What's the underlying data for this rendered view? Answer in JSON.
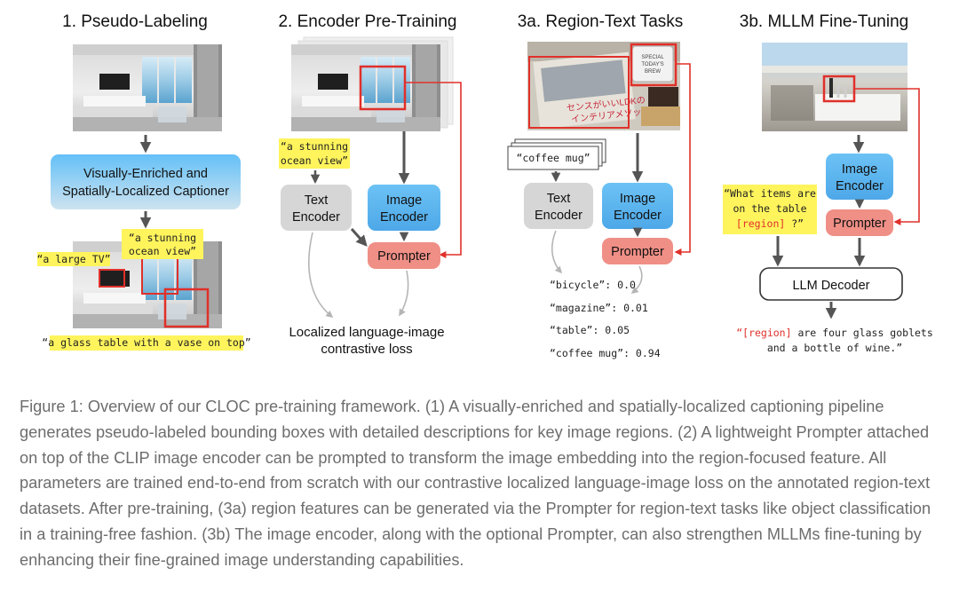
{
  "panels": {
    "p1_title": "1. Pseudo-Labeling",
    "p2_title": "2. Encoder Pre-Training",
    "p3a_title": "3a. Region-Text Tasks",
    "p3b_title": "3b. MLLM Fine-Tuning"
  },
  "p1": {
    "captioner_line1": "Visually-Enriched and",
    "captioner_line2": "Spatially-Localized Captioner",
    "label_ocean_1": "“a stunning",
    "label_ocean_2": "ocean view”",
    "label_tv": "“a large TV”",
    "label_table": "“a glass table with a vase on top”"
  },
  "p2": {
    "caption_1": "“a stunning",
    "caption_2": "ocean view”",
    "text_encoder_1": "Text",
    "text_encoder_2": "Encoder",
    "image_encoder_1": "Image",
    "image_encoder_2": "Encoder",
    "prompter": "Prompter",
    "loss_1": "Localized language-image",
    "loss_2": "contrastive loss"
  },
  "p3a": {
    "image_text_1": "センスがいいLDKの",
    "image_text_2": "インテリアメソッド",
    "mug_text_1": "SPECIAL",
    "mug_text_2": "TODAY'S",
    "mug_text_3": "BREW",
    "query": "“coffee mug”",
    "text_encoder_1": "Text",
    "text_encoder_2": "Encoder",
    "image_encoder_1": "Image",
    "image_encoder_2": "Encoder",
    "prompter": "Prompter",
    "scores": [
      {
        "label": "“bicycle”: 0.0"
      },
      {
        "label": "“magazine”: 0.01"
      },
      {
        "label": "“table”: 0.05"
      },
      {
        "label": "“coffee mug”: 0.94"
      }
    ]
  },
  "p3b": {
    "image_encoder_1": "Image",
    "image_encoder_2": "Encoder",
    "prompter": "Prompter",
    "question_1": "“What items are",
    "question_2": "on the table",
    "question_region": "[region]",
    "question_end": " ?”",
    "llm": "LLM Decoder",
    "answer_region": "“[region]",
    "answer_1_rest": " are four glass goblets",
    "answer_2": "and a bottle of wine.”"
  },
  "caption": "Figure 1: Overview of our CLOC pre-training framework. (1) A visually-enriched and spatially-localized captioning pipeline generates pseudo-labeled bounding boxes with detailed descriptions for key image regions. (2) A lightweight Prompter attached on top of the CLIP image encoder can be prompted to transform the image embedding into the region-focused feature. All parameters are trained end-to-end from scratch with our contrastive localized language-image loss on the annotated region-text datasets. After pre-training, (3a) region features can be generated via the Prompter for region-text tasks like object classification in a training-free fashion. (3b) The image encoder, along with the optional Prompter, can also strengthen MLLMs fine-tuning by enhancing their fine-grained image understanding capabilities.",
  "colors": {
    "blue_box": "#5fb6ef",
    "grey_box": "#d6d6d6",
    "salmon_box": "#ef8f86",
    "yellow_label": "#fff45c",
    "red_arrow": "#e0302a",
    "caption_text": "#6d6d6d"
  }
}
